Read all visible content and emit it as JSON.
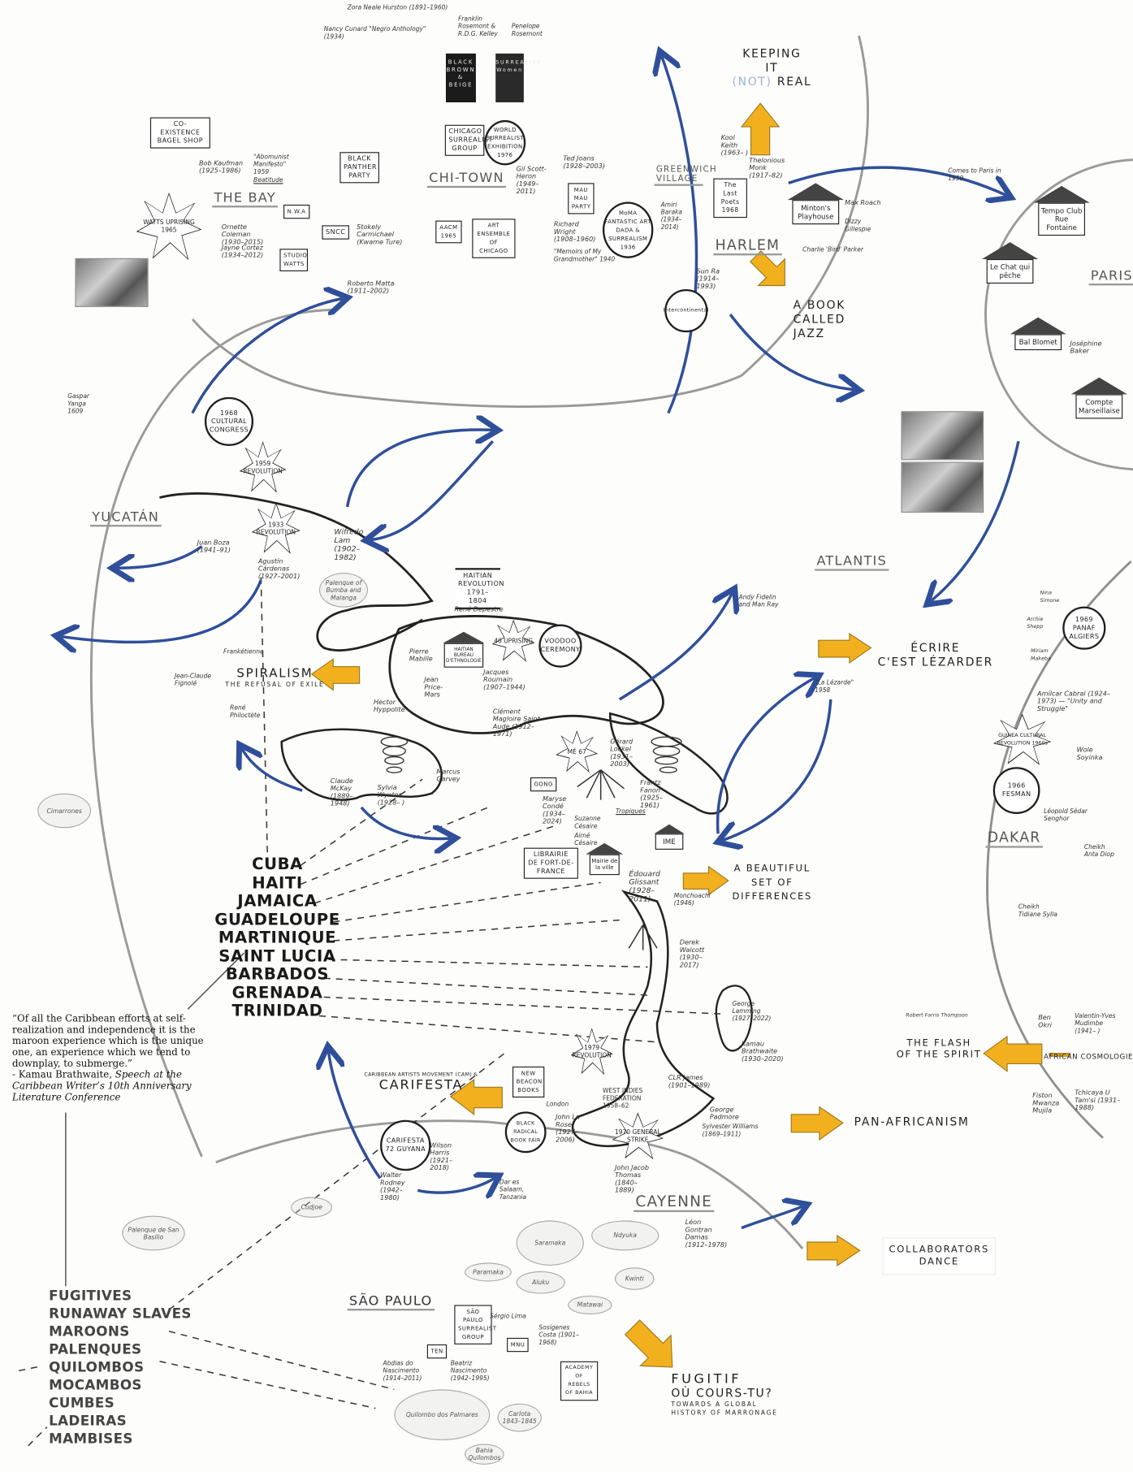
{
  "quote": {
    "text": "“Of all the Caribbean efforts at self-realization and independence it is the maroon experience which is the unique one, an experience which we tend to downplay, to submerge.”",
    "attribution": "- Kamau Brathwaite,",
    "source": "Speech at the Caribbean Writer’s 10th Anniversary Literature Conference"
  },
  "countries": [
    "CUBA",
    "HAITI",
    "JAMAICA",
    "GUADELOUPE",
    "MARTINIQUE",
    "SAINT LUCIA",
    "BARBADOS",
    "GRENADA",
    "TRINIDAD"
  ],
  "maroon_terms": [
    "FUGITIVES",
    "RUNAWAY SLAVES",
    "MAROONS",
    "PALENQUES",
    "QUILOMBOS",
    "MOCAMBOS",
    "CUMBES",
    "LADEIRAS",
    "MAMBISES"
  ],
  "headings": {
    "keeping": [
      "KEEPING",
      "IT",
      "(NOT)",
      "REAL"
    ],
    "jazz": [
      "A BOOK",
      "CALLED",
      "JAZZ"
    ],
    "ecrire": [
      "ÉCRIRE",
      "C'EST LÉZARDER"
    ],
    "beautiful": [
      "A BEAUTIFUL",
      "SET OF",
      "DIFFERENCES"
    ],
    "flash": [
      "THE FLASH",
      "OF THE SPIRIT"
    ],
    "panafricanism": "PAN-AFRICANISM",
    "collaborators": [
      "COLLABORATORS",
      "DANCE"
    ],
    "fugitif": [
      "FUGITIF",
      "OÙ COURS-TU?",
      "TOWARDS A GLOBAL",
      "HISTORY OF MARRONAGE"
    ],
    "spiralism": [
      "SPIRALISM",
      "THE REFUSAL OF EXILE"
    ],
    "carifesta": [
      "CARIBBEAN ARTISTS MOVEMENT (CAM) &",
      "CARIFESTA"
    ],
    "african_cosmologies": "AFRICAN COSMOLOGIES"
  },
  "places": {
    "bay": "THE BAY",
    "chitown": "CHI-TOWN",
    "village": "GREENWICH VILLAGE",
    "harlem": "HARLEM",
    "paris": "PARIS",
    "yucatan": "YUCATÁN",
    "atlantis": "ATLANTIS",
    "dakar": "DAKAR",
    "cayenne": "CAYENNE",
    "saopaulo": "SÃO PAULO"
  },
  "events": {
    "watts": "WATTS UPRISING 1965",
    "congress": "1968 CULTURAL CONGRESS",
    "rev1959": "1959 REVOLUTION",
    "rev1933": "1933 REVOLUTION",
    "uprising46": "46 UPRISING",
    "voodoo": "VOODOO CEREMONY",
    "me67": "MÉ 67",
    "carifesta72": "CARIFESTA 72 GUYANA",
    "strike1970": "1970 GENERAL STRIKE",
    "rev1979": "1979 REVOLUTION",
    "panaf": "1969 PANAF ALGIERS",
    "guinea": "GUINEA CULTURAL REVOLUTION 1960s",
    "fesman": "1966 FESMAN",
    "moma": "MoMA FANTASTIC ART DADA & SURREALISM 1936",
    "wse": "WORLD SURREALIST EXHIBITION 1976",
    "intercontinental": "Intercontinental"
  },
  "boxes": {
    "bagel": "CO-EXISTENCE BAGEL SHOP",
    "chicago": "CHICAGO SURREALIST GROUP",
    "panther": "BLACK PANTHER PARTY",
    "sncc": "SNCC",
    "studio": "STUDIO WATTS",
    "nwa": "N.W.A",
    "aacm": "AACM 1965",
    "aec": "ART ENSEMBLE OF CHICAGO",
    "maumau": "MAU MAU PARTY",
    "poets": "The Last Poets 1968",
    "haitian": "HAITIAN REVOLUTION 1791–1804",
    "librairie": "LIBRAIRIE DE FORT-DE-FRANCE",
    "gonu": "GONG",
    "newbeacon": "NEW BEACON BOOKS",
    "brbf": "BLACK RADICAL BOOK FAIR",
    "wif": "WEST INDIES FEDERATION 1958–62",
    "spsg": "SÃO PAULO SURREALIST GROUP",
    "mnu": "MNU",
    "ten": "TEN",
    "bahia": "ACADEMY OF REBELS OF BAHIA",
    "tropiques": "Tropiques"
  },
  "houses": {
    "mintons": "Minton's Playhouse",
    "tempo": "Tempo Club Rue Fontaine",
    "chat": "Le Chat qui pêche",
    "blomet": "Bal Blomet",
    "compte": "Compte Marseillaise",
    "bureau": "HAITIAN BUREAU D'ETHNOLOGIE",
    "mairie": "Mairie de la ville",
    "ime": "IME"
  },
  "covers": {
    "bbb": "BLACK BROWN & BEIGE",
    "sw": "SURREALIST Women"
  },
  "people": [
    "Zora Neale Hurston (1891–1960)",
    "Nancy Cunard \"Negro Anthology\" (1934)",
    "Franklin Rosemont & R.D.G. Kelley",
    "Penelope Rosemont",
    "Bob Kaufman (1925–1986)",
    "\"Abomunist Manifesto\" 1959",
    "Beatitude",
    "Ornette Coleman (1930–2015)",
    "Jayne Cortez (1934–2012)",
    "Stokely Carmichael (Kwame Ture)",
    "Gil Scott-Heron (1949–2011)",
    "Ted Joans (1928–2003)",
    "Richard Wright (1908–1960)",
    "\"Memoirs of My Grandmother\" 1940",
    "Kool Keith (1963– )",
    "Thelonious Monk (1917–82)",
    "Max Roach",
    "Dizzy Gillespie",
    "Charlie 'Bird' Parker",
    "Sun Ra (1914–1993)",
    "Amiri Baraka (1934–2014)",
    "Roberto Matta (1911–2002)",
    "Wifredo Lam (1902–1982)",
    "Juan Boza (1941–91)",
    "Agustín Cárdenas (1927–2001)",
    "Frankétienne",
    "Jean-Claude Fignolé",
    "René Philoctète",
    "René Depestre",
    "Pierre Mabille",
    "Jean Price-Mars",
    "Hector Hyppolite",
    "Jacques Roumain (1907–1944)",
    "Clément Magloire Saint-Aude (1912–1971)",
    "Claude McKay (1889–1948)",
    "Sylvia Wynter (1928– )",
    "Marcus Garvey",
    "Maryse Condé (1934–2024)",
    "Suzanne Césaire",
    "Aimé Césaire",
    "Frantz Fanon (1925–1961)",
    "Gérard Lockel (1931–2003)",
    "Édouard Glissant (1928–2011)",
    "Monchoachi (1946)",
    "Derek Walcott (1930–2017)",
    "George Lamming (1927–2022)",
    "Kamau Brathwaite (1930–2020)",
    "CLR James (1901–1989)",
    "John La Rose (1927–2006)",
    "George Padmore",
    "Sylvester Williams (1869–1911)",
    "John Jacob Thomas (1840–1889)",
    "Wilson Harris (1921–2018)",
    "Walter Rodney (1942–1980)",
    "Léon Gontran Damas (1912–1978)",
    "Amílcar Cabral (1924–1973) — \"Unity and Struggle\"",
    "Wole Soyinka",
    "Léopold Sédar Senghor",
    "Cheikh Anta Diop",
    "Cheikh Tidiane Sylla",
    "Ben Okri",
    "Valentin-Yves Mudimbe (1941– )",
    "Fiston Mwanza Mujila",
    "Tchicaya U Tam'si (1931–1988)",
    "Robert Farris Thompson",
    "Joséphine Baker",
    "Sérgio Lima",
    "Abdias do Nascimento (1914–2011)",
    "Beatriz Nascimento (1942–1995)",
    "Sosígenes Costa (1901–1968)",
    "Miriam Makeba",
    "Nina Simone",
    "Archie Shepp",
    "Andy Fidelin and Man Ray",
    "Gaspar Yanga 1609",
    "Comes to Paris in 1959",
    "\"La Lézarde\" 1958",
    "Dar es Salaam, Tanzania",
    "London"
  ],
  "maroon_communities": [
    "Saramaka",
    "Ndyuka",
    "Paramaka",
    "Aluku",
    "Kwinti",
    "Matawai",
    "Quilombo dos Palmares",
    "Palenque de San Basilio",
    "Cudjoe",
    "Palenque of Bumba and Malanga",
    "Cimarrones",
    "Bahia Quilombos",
    "Carlota 1843–1845"
  ],
  "colors": {
    "blue_arrow": "#2f4f9a",
    "yellow_arrow": "#f2b01e",
    "pencil": "#9a9a9a",
    "ink": "#222222"
  }
}
